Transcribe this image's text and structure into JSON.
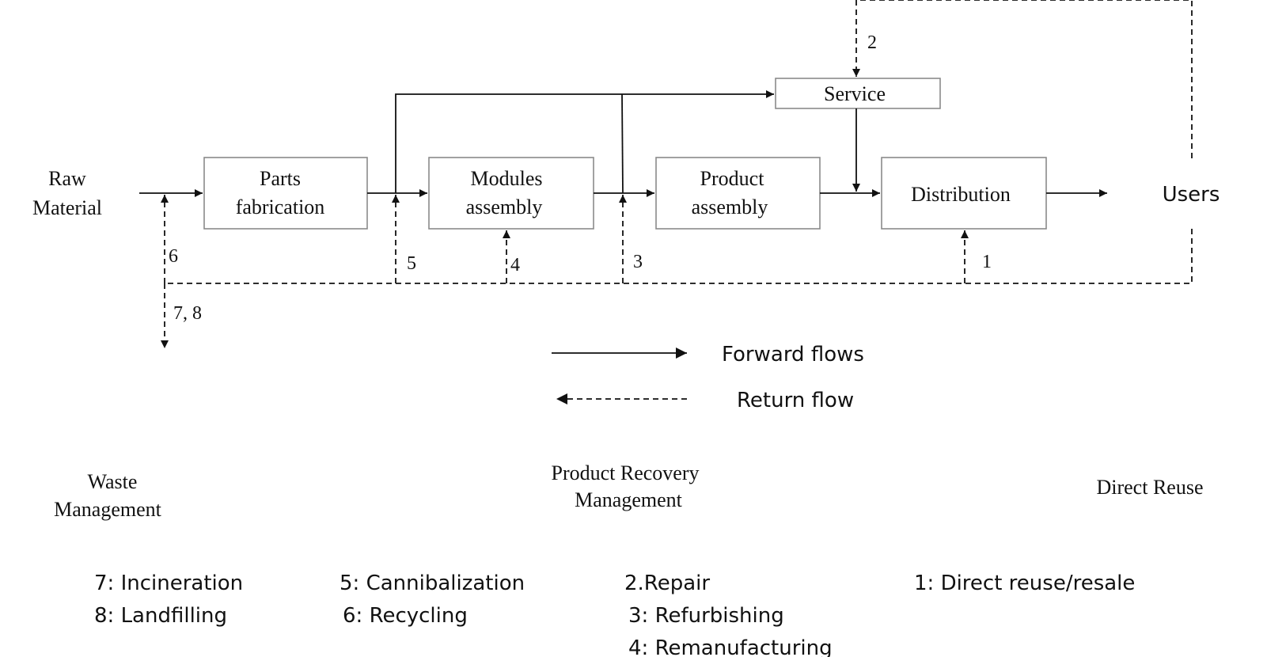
{
  "nodes": {
    "raw_material": [
      "Raw",
      "Material"
    ],
    "parts_fabrication": [
      "Parts",
      "fabrication"
    ],
    "modules_assembly": [
      "Modules",
      "assembly"
    ],
    "product_assembly": [
      "Product",
      "assembly"
    ],
    "distribution": "Distribution",
    "service": "Service",
    "users": "Users"
  },
  "flow_numbers": {
    "n1": "1",
    "n2": "2",
    "n3": "3",
    "n4": "4",
    "n5": "5",
    "n6": "6",
    "n78": "7, 8"
  },
  "legend": {
    "forward": "Forward flows",
    "return": "Return flow"
  },
  "categories": {
    "waste": [
      "Waste",
      "Management"
    ],
    "recovery": [
      "Product Recovery",
      "Management"
    ],
    "reuse": "Direct Reuse"
  },
  "key": {
    "col1": [
      "7: Incineration",
      "8: Landfilling"
    ],
    "col2": [
      "5: Cannibalization",
      "6: Recycling"
    ],
    "col3": [
      "2.Repair",
      "3: Refurbishing",
      "4: Remanufacturing"
    ],
    "col4": [
      "1: Direct reuse/resale"
    ]
  }
}
